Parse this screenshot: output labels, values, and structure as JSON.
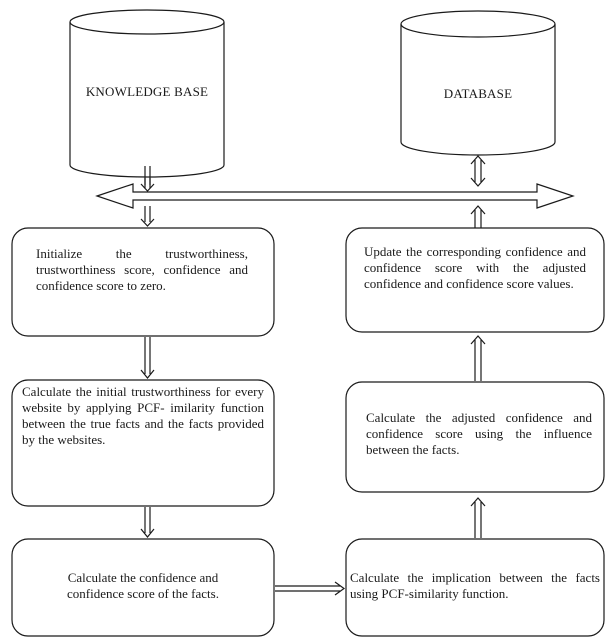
{
  "nodes": {
    "knowledge_base": "KNOWLEDGE BASE",
    "database": "DATABASE",
    "init": "Initialize the trustworthiness, trustworthiness score, confidence and confidence score to zero.",
    "calc_initial": "Calculate the initial trustworthiness for every website by applying PCF- imilarity function between the true facts and the facts provided by the websites.",
    "calc_confidence": "Calculate the confidence and confidence score of the facts.",
    "calc_implication": "Calculate the implication between the facts using PCF-similarity function.",
    "calc_adjusted": "Calculate the adjusted confidence and confidence score using the influence between the facts.",
    "update": "Update the corresponding confidence and confidence score with the adjusted confidence and confidence score values."
  },
  "colors": {
    "stroke": "#1a1a1a",
    "fill": "#ffffff"
  }
}
